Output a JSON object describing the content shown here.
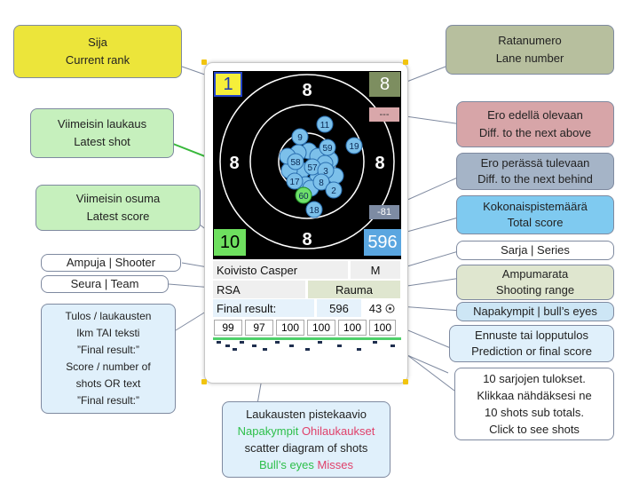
{
  "target_numbers": {
    "top": "8",
    "left": "8",
    "right": "8",
    "bottom": "8"
  },
  "rank": "1",
  "lane": "8",
  "diff_above": "---",
  "diff_behind": "-81",
  "latest_score": "10",
  "total_score": "596",
  "shooter_name": "Koivisto Casper",
  "series": "M",
  "team": "RSA",
  "range": "Rauma",
  "final_label": "Final result:",
  "final_value": "596",
  "bulls_eyes": "43",
  "bulls_icon": "bullseye-icon",
  "series_totals": [
    "99",
    "97",
    "100",
    "100",
    "100",
    "100"
  ],
  "shots": [
    {
      "label": "11"
    },
    {
      "label": "19"
    },
    {
      "label": "9"
    },
    {
      "label": "59"
    },
    {
      "label": "58"
    },
    {
      "label": "57"
    },
    {
      "label": "3"
    },
    {
      "label": "17"
    },
    {
      "label": "8"
    },
    {
      "label": "2"
    },
    {
      "label": "18"
    },
    {
      "label": "60"
    }
  ],
  "callouts": {
    "rank": [
      "Sija",
      "Current rank"
    ],
    "lane": [
      "Ratanumero",
      "Lane number"
    ],
    "latest_shot": [
      "Viimeisin laukaus",
      "Latest shot"
    ],
    "diff_above": [
      "Ero edellä olevaan",
      "Diff. to the next above"
    ],
    "diff_behind": [
      "Ero perässä tulevaan",
      "Diff. to the next behind"
    ],
    "latest_score": [
      "Viimeisin osuma",
      "Latest score"
    ],
    "total": [
      "Kokonaispistemäärä",
      "Total score"
    ],
    "series": "Sarja | Series",
    "shooter": "Ampuja | Shooter",
    "range": [
      "Ampumarata",
      "Shooting range"
    ],
    "team": "Seura | Team",
    "bulls": "Napakympit | bull’s eyes",
    "result": [
      "Tulos / laukausten",
      "lkm TAI teksti",
      "”Final result:”",
      "Score / number of",
      "shots OR text",
      "”Final result:”"
    ],
    "prediction": [
      "Ennuste tai lopputulos",
      "Prediction or final score"
    ],
    "series_totals": [
      "10 sarjojen tulokset.",
      "Klikkaa nähdäksesi ne",
      "10 shots sub totals.",
      "Click to see shots"
    ],
    "scatter": {
      "title": "Laukausten pistekaavio",
      "bulls": "Napakympit",
      "misses": "Ohilaukaukset",
      "subtitle": "scatter diagram of shots",
      "bulls_en": "Bull’s eyes",
      "misses_en": "Misses"
    }
  },
  "colors": {
    "yellow": "#e8e23a",
    "green": "#c9f0c0",
    "blue": "#cde6f5",
    "rose": "#d8a3a6",
    "slate": "#a6b5c8",
    "sage": "#b7bf9e",
    "sky": "#7fcaf0",
    "shot": "#7cc0ea",
    "latest": "#6fe06a"
  }
}
